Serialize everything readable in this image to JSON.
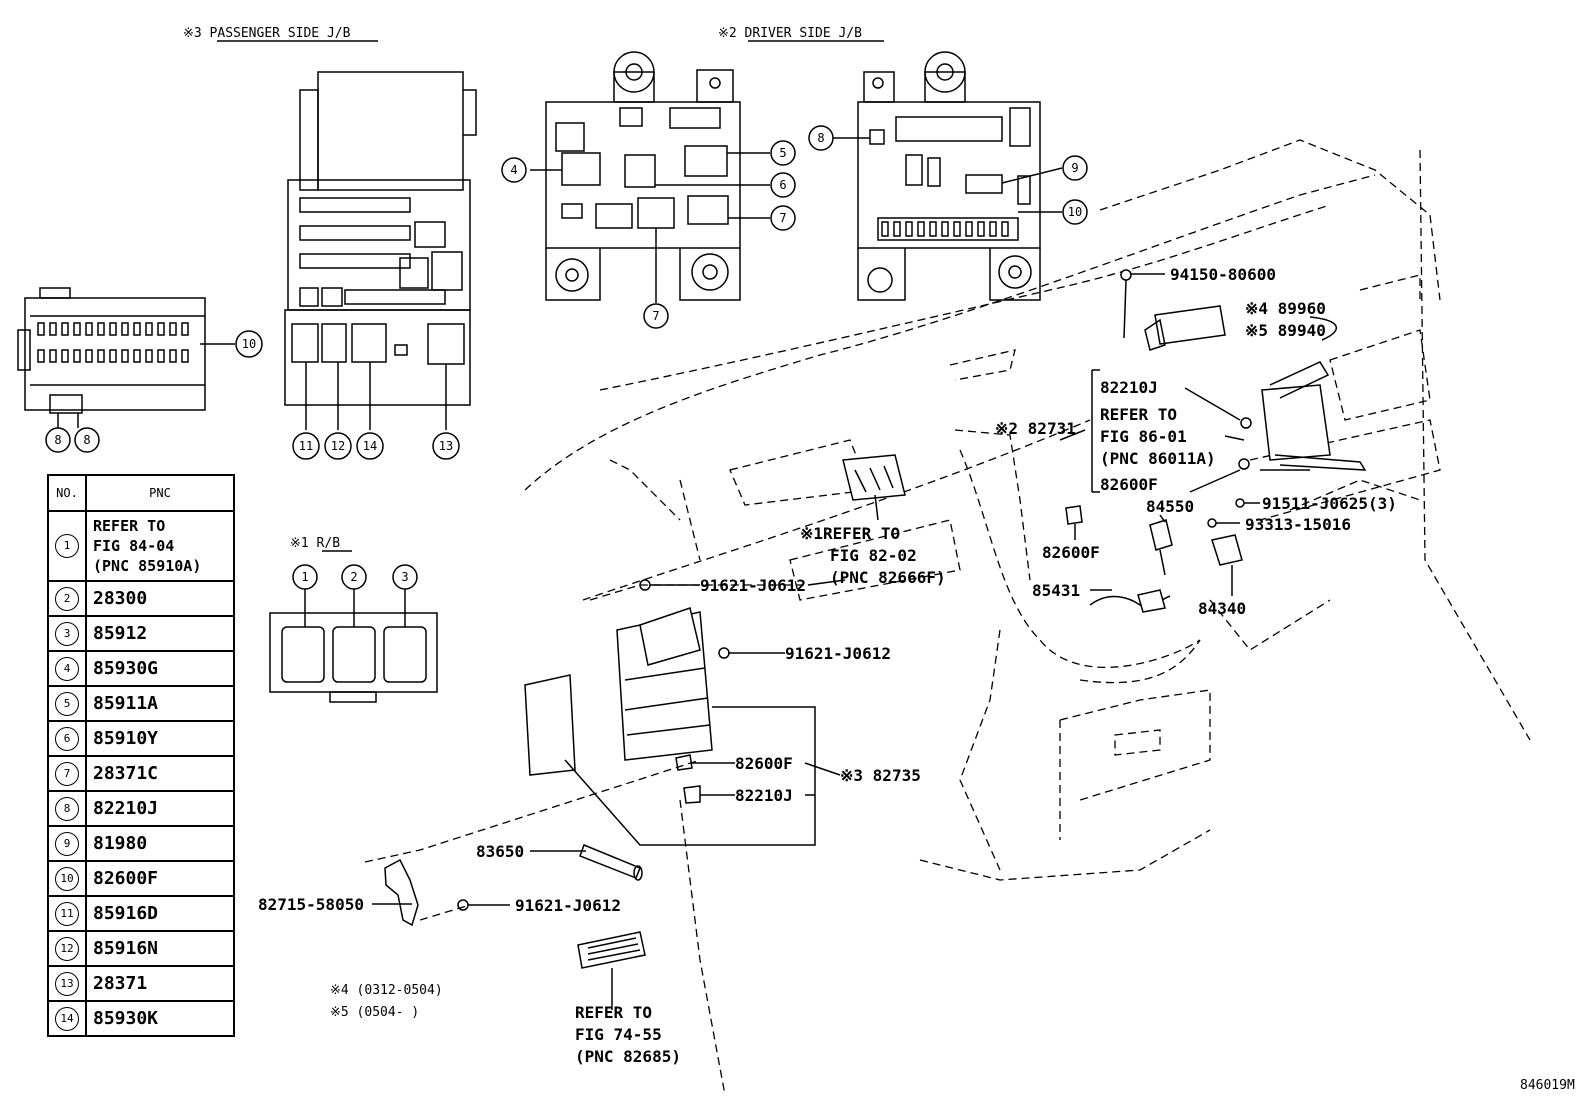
{
  "sections": {
    "passenger_jb": "※3 PASSENGER SIDE J/B",
    "driver_jb": "※2 DRIVER SIDE J/B",
    "rb": "※1 R/B"
  },
  "table": {
    "header_no": "NO.",
    "header_pnc": "PNC",
    "rows": [
      {
        "no": "1",
        "pnc": "REFER TO\nFIG 84-04\n(PNC 85910A)"
      },
      {
        "no": "2",
        "pnc": "28300"
      },
      {
        "no": "3",
        "pnc": "85912"
      },
      {
        "no": "4",
        "pnc": "85930G"
      },
      {
        "no": "5",
        "pnc": "85911A"
      },
      {
        "no": "6",
        "pnc": "85910Y"
      },
      {
        "no": "7",
        "pnc": "28371C"
      },
      {
        "no": "8",
        "pnc": "82210J"
      },
      {
        "no": "9",
        "pnc": "81980"
      },
      {
        "no": "10",
        "pnc": "82600F"
      },
      {
        "no": "11",
        "pnc": "85916D"
      },
      {
        "no": "12",
        "pnc": "85916N"
      },
      {
        "no": "13",
        "pnc": "28371"
      },
      {
        "no": "14",
        "pnc": "85930K"
      }
    ]
  },
  "callouts": {
    "c_94150": "94150-80600",
    "c_89960": "※4 89960",
    "c_89940": "※5 89940",
    "c_82210J_top": "82210J",
    "refer_86_1": "REFER TO",
    "refer_86_2": "FIG 86-01",
    "refer_86_3": "(PNC 86011A)",
    "c_82600F_top": "82600F",
    "c_82731": "※2 82731",
    "c_84550": "84550",
    "c_91511": "91511-J0625(3)",
    "c_93313": "93313-15016",
    "c_82600F_mid": "82600F",
    "c_85431": "85431",
    "c_84340": "84340",
    "refer_82_1": "※1REFER TO",
    "refer_82_2": "FIG 82-02",
    "refer_82_3": "(PNC 82666F)",
    "c_91621_a": "91621-J0612",
    "c_91621_b": "91621-J0612",
    "c_82600F_low": "82600F",
    "c_82210J_low": "82210J",
    "c_82735": "※3 82735",
    "c_83650": "83650",
    "c_82715": "82715-58050",
    "c_91621_c": "91621-J0612",
    "note4": "※4 (0312-0504)",
    "note5": "※5 (0504-     )",
    "refer_74_1": "REFER TO",
    "refer_74_2": "FIG 74-55",
    "refer_74_3": "(PNC 82685)",
    "fig_id": "846019M"
  },
  "markers": {
    "m4": "4",
    "m5": "5",
    "m6": "6",
    "m7a": "7",
    "m7b": "7",
    "m8a": "8",
    "m9": "9",
    "m10a": "10",
    "m10b": "10",
    "m8b": "8",
    "m8c": "8",
    "m11": "11",
    "m12": "12",
    "m14": "14",
    "m13": "13",
    "rb1": "1",
    "rb2": "2",
    "rb3": "3"
  }
}
